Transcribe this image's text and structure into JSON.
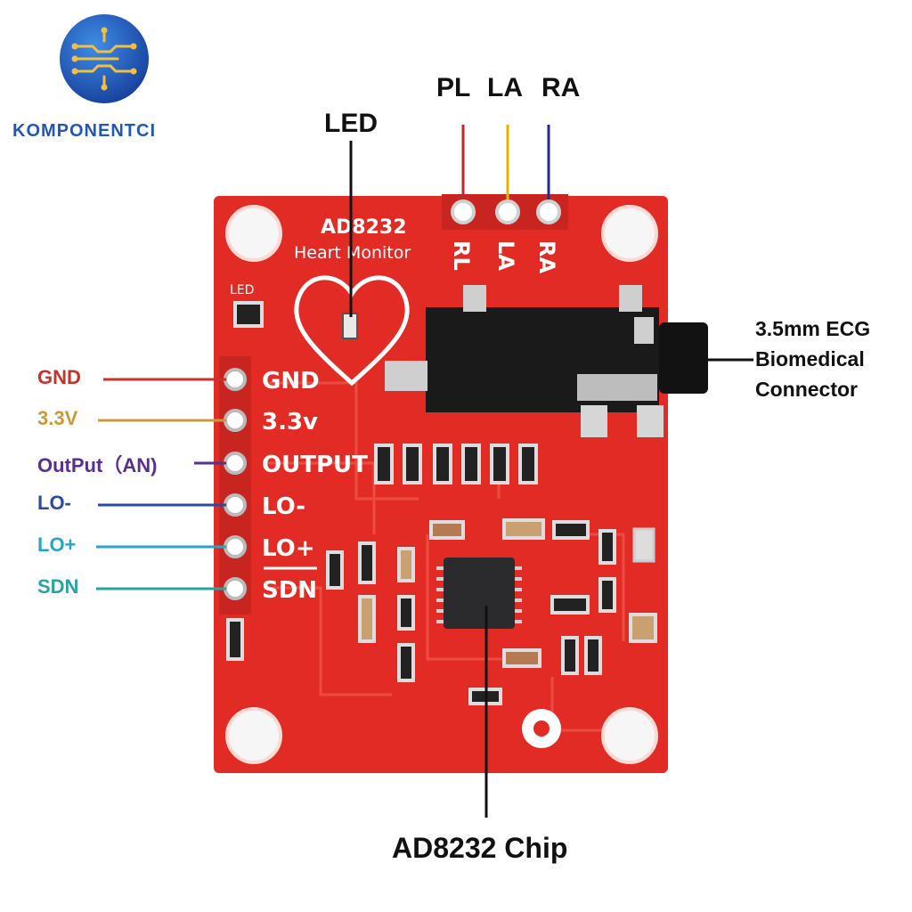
{
  "brand": {
    "name": "KOMPONENTCI",
    "logo_icon": "circuit-globe-icon",
    "color": "#1f58b8"
  },
  "board": {
    "title": "AD8232",
    "subtitle": "Heart Monitor",
    "led_silk": "LED",
    "top_pins": [
      "RL",
      "LA",
      "RA"
    ],
    "left_pins": [
      "GND",
      "3.3v",
      "OUTPUT",
      "LO-",
      "LO+",
      "SDN"
    ],
    "board_color": "#e32b25"
  },
  "callouts": {
    "top": [
      {
        "label": "PL",
        "color": "#c0282e"
      },
      {
        "label": "LA",
        "color": "#e0b400"
      },
      {
        "label": "RA",
        "color": "#222a8f"
      }
    ],
    "led": "LED",
    "left": [
      {
        "label": "GND",
        "color": "#c8322a"
      },
      {
        "label": "3.3V",
        "color": "#c89a3a"
      },
      {
        "label": "OutPut（AN)",
        "color": "#5b2f8f"
      },
      {
        "label": "LO-",
        "color": "#2a4aa3"
      },
      {
        "label": "LO+",
        "color": "#2aa3c8"
      },
      {
        "label": "SDN",
        "color": "#2aa3a8"
      }
    ],
    "connector": [
      "3.5mm ECG",
      "Biomedical",
      "Connector"
    ],
    "chip": "AD8232 Chip"
  }
}
